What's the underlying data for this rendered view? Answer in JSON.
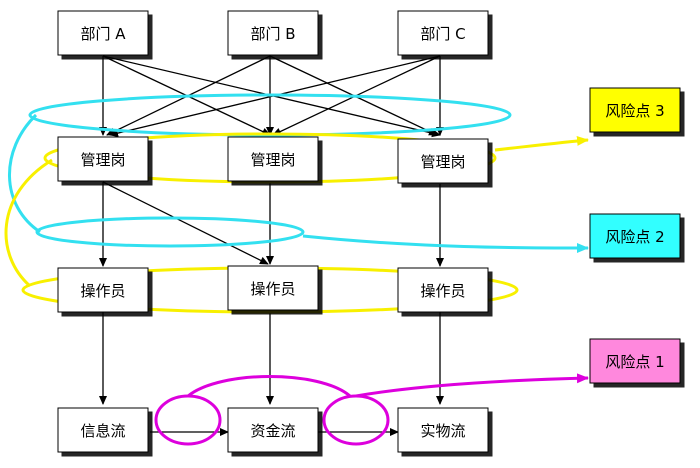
{
  "departments": [
    "部门 A",
    "部门 B",
    "部门 C"
  ],
  "managers": [
    "管理岗",
    "管理岗",
    "管理岗"
  ],
  "operators": [
    "操作员",
    "操作员",
    "操作员"
  ],
  "flows": [
    "信息流",
    "资金流",
    "实物流"
  ],
  "risk_points": [
    {
      "label": "风险点 3",
      "color": "#ffff00"
    },
    {
      "label": "风险点 2",
      "color": "#33ffff"
    },
    {
      "label": "风险点 1",
      "color": "#ff88dd"
    }
  ],
  "colors": {
    "cyan_loop": "#33e0f0",
    "yellow_loop": "#f8f000",
    "magenta_loop": "#dd00dd"
  }
}
